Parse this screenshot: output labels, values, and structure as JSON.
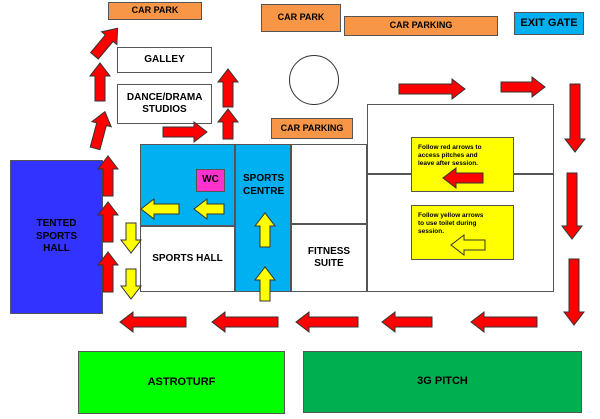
{
  "labels": {
    "car_park_top_left": "CAR PARK",
    "car_park_top_center": "CAR PARK",
    "car_parking_top": "CAR PARKING",
    "exit_gate": "EXIT GATE",
    "galley": "GALLEY",
    "dance_drama": "DANCE/DRAMA STUDIOS",
    "car_parking_mid": "CAR PARKING",
    "wc": "WC",
    "sports_centre": "SPORTS CENTRE",
    "tented_sports_hall": "TENTED SPORTS HALL",
    "sports_hall": "SPORTS HALL",
    "fitness_suite": "FITNESS SUITE",
    "astroturf": "ASTROTURF",
    "pitch_3g": "3G PITCH"
  },
  "notes": {
    "red": "Follow red arrows to access pitches and leave after session.",
    "yellow": "Follow yellow arrows to use toilet during session."
  },
  "colors": {
    "orange": "#f79646",
    "cyan": "#00b0f0",
    "blue_hall": "#3333ff",
    "magenta": "#ff33cc",
    "green_astroturf": "#00ff00",
    "green_3g": "#00b050",
    "yellow": "#ffff00",
    "red_arrow": "#ff0000"
  },
  "icons": {
    "red_arrow": "red-arrow-icon",
    "yellow_arrow": "yellow-arrow-icon"
  }
}
